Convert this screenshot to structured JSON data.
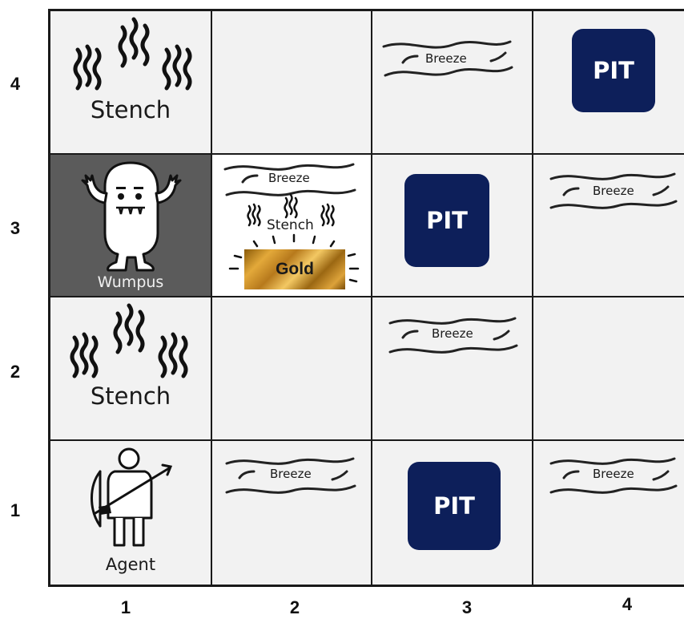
{
  "grid": {
    "row_labels": [
      "4",
      "3",
      "2",
      "1"
    ],
    "col_labels": [
      "1",
      "2",
      "3",
      "4"
    ]
  },
  "cells": {
    "c1_4": {
      "stench": "Stench"
    },
    "c3_4": {
      "breeze": "Breeze"
    },
    "c4_4": {
      "pit": "PIT"
    },
    "c1_3": {
      "wumpus": "Wumpus"
    },
    "c2_3": {
      "breeze": "Breeze",
      "stench": "Stench",
      "gold": "Gold"
    },
    "c3_3": {
      "pit": "PIT"
    },
    "c4_3": {
      "breeze": "Breeze"
    },
    "c1_2": {
      "stench": "Stench"
    },
    "c3_2": {
      "breeze": "Breeze"
    },
    "c1_1": {
      "agent": "Agent"
    },
    "c2_1": {
      "breeze": "Breeze"
    },
    "c3_1": {
      "pit": "PIT"
    },
    "c4_1": {
      "breeze": "Breeze"
    }
  },
  "colors": {
    "pit": "#0d1f5a",
    "wumpus_cell": "#5b5b5b",
    "cell_bg": "#f2f2f2",
    "grid_line": "#1a1a1a"
  }
}
